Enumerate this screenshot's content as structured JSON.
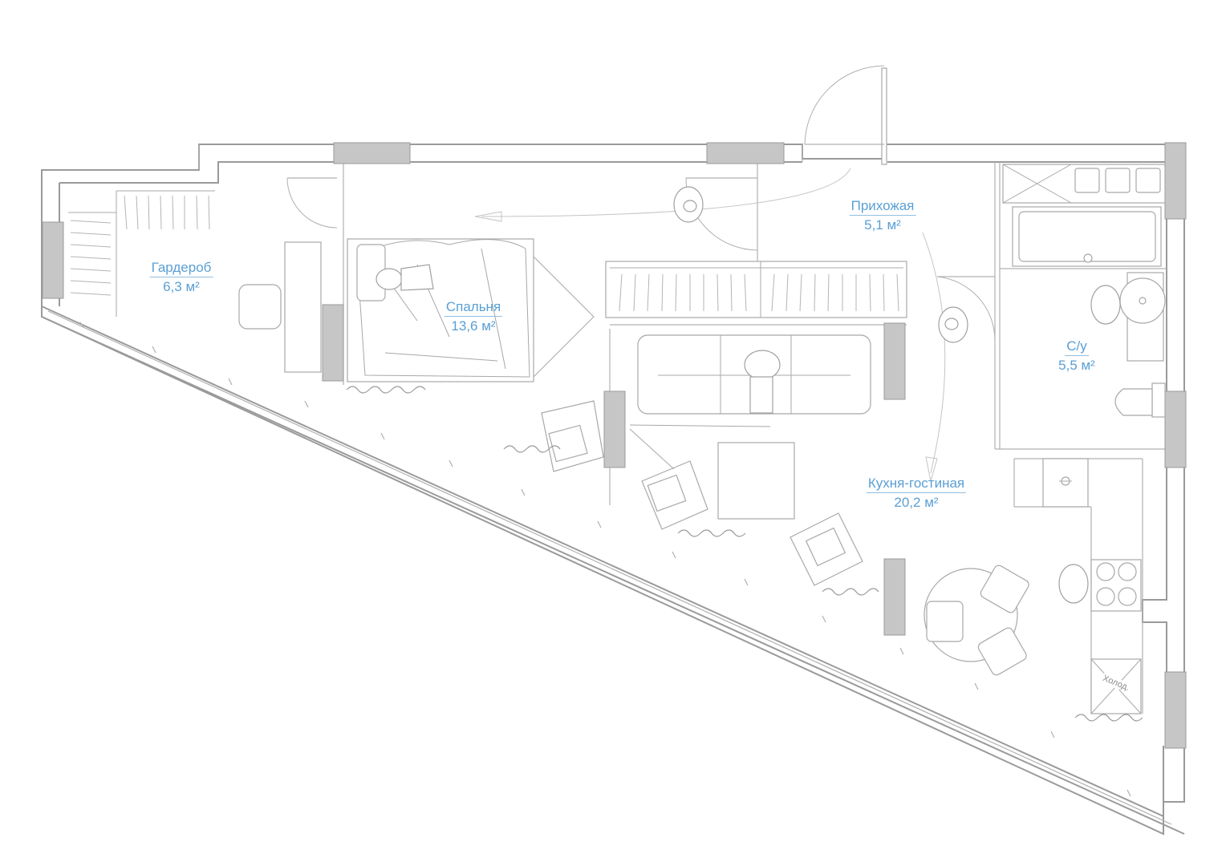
{
  "rooms": {
    "wardrobe": {
      "name": "Гардероб",
      "area": "6,3 м²"
    },
    "bedroom": {
      "name": "Спальня",
      "area": "13,6 м²"
    },
    "hallway": {
      "name": "Прихожая",
      "area": "5,1 м²"
    },
    "bathroom": {
      "name": "С/у",
      "area": "5,5 м²"
    },
    "kitchen_living": {
      "name": "Кухня-гостиная",
      "area": "20,2 м²"
    }
  },
  "fixtures": {
    "fridge_label": "Холод."
  },
  "colors": {
    "label": "#5a9fd4",
    "wall": "#9a9a9a",
    "column": "#c6c6c6",
    "furniture": "#a8a8a8"
  }
}
